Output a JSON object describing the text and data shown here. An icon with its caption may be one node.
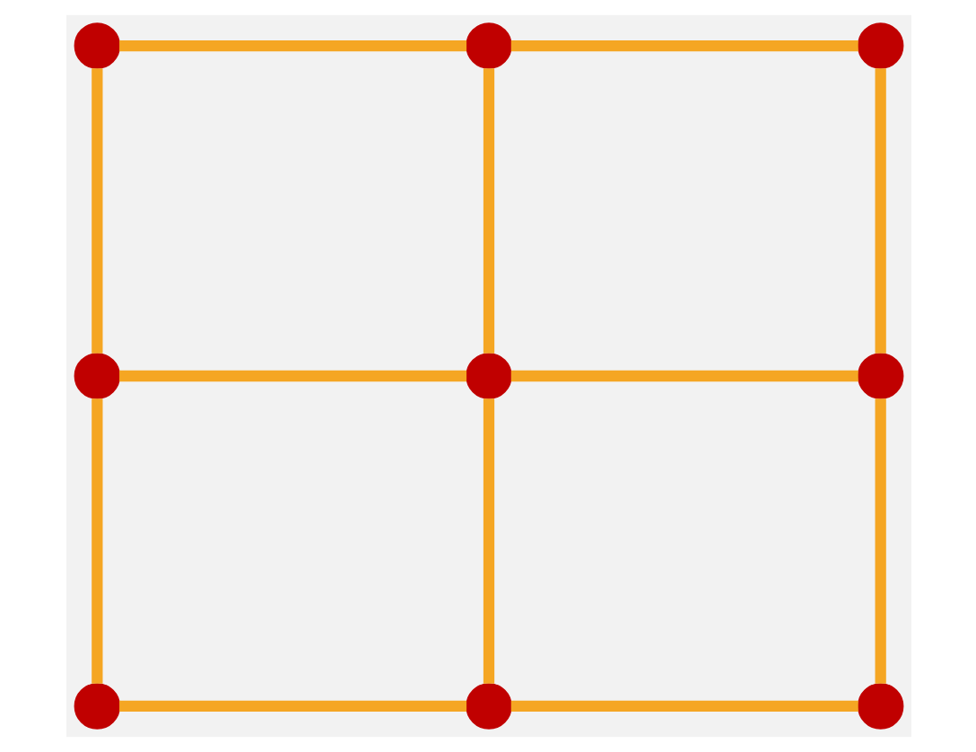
{
  "diagram": {
    "nodes": [
      {
        "text": [],
        "shape": "circle"
      },
      {
        "text": [],
        "shape": "circle"
      },
      {
        "text": [],
        "shape": "circle"
      },
      {
        "text": [],
        "shape": "circle"
      },
      {
        "text": [],
        "shape": "circle"
      },
      {
        "text": [],
        "shape": "circle"
      },
      {
        "text": [],
        "shape": "circle"
      },
      {
        "text": [],
        "shape": "circle"
      },
      {
        "text": [],
        "shape": "circle"
      }
    ],
    "edges": [
      {
        "from": 0,
        "to": 1,
        "arrow": "none"
      },
      {
        "from": 1,
        "to": 2,
        "arrow": "none"
      },
      {
        "from": 0,
        "to": 3,
        "arrow": "none"
      },
      {
        "from": 1,
        "to": 4,
        "arrow": "none"
      },
      {
        "from": 2,
        "to": 5,
        "arrow": "none"
      },
      {
        "from": 3,
        "to": 4,
        "arrow": "none"
      },
      {
        "from": 4,
        "to": 5,
        "arrow": "none"
      },
      {
        "from": 3,
        "to": 6,
        "arrow": "none"
      },
      {
        "from": 4,
        "to": 7,
        "arrow": "none"
      },
      {
        "from": 5,
        "to": 8,
        "arrow": "none"
      },
      {
        "from": 6,
        "to": 7,
        "arrow": "none"
      },
      {
        "from": 7,
        "to": 8,
        "arrow": "none"
      }
    ]
  }
}
